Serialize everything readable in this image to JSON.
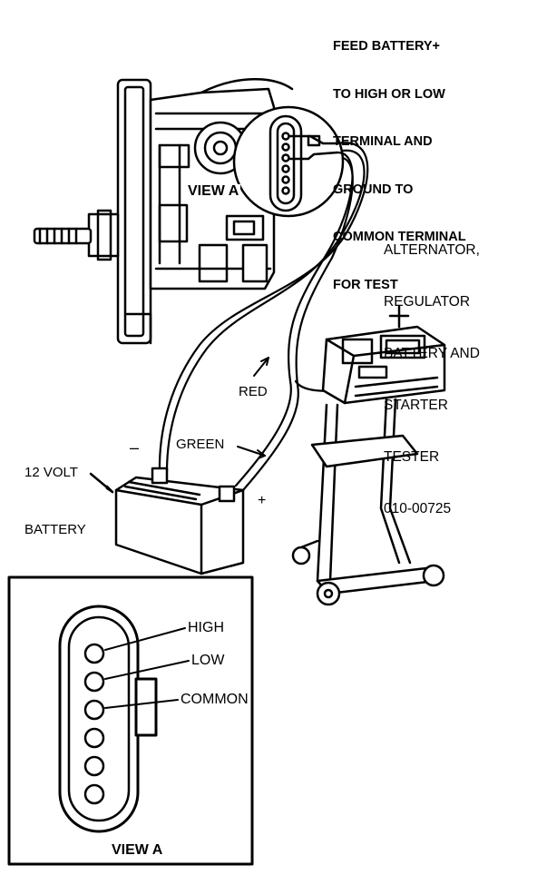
{
  "labels": {
    "feed_note_lines": [
      "FEED BATTERY+",
      "TO HIGH OR LOW",
      "TERMINAL AND",
      "GROUND TO",
      "COMMON TERMINAL",
      "FOR TEST"
    ],
    "tester_lines": [
      "ALTERNATOR,",
      "REGULATOR",
      "BATTERY AND",
      "STARTER",
      "TESTER",
      "010-00725"
    ],
    "view_a_top": "VIEW A",
    "red": "RED",
    "green": "GREEN",
    "battery_lines": [
      "12 VOLT",
      "BATTERY"
    ],
    "minus": "–",
    "plus": "+",
    "high": "HIGH",
    "low": "LOW",
    "common": "COMMON",
    "view_a_bottom": "VIEW A"
  },
  "connector_detail": {
    "terminal_count": 6,
    "labeled_terminals": [
      "HIGH",
      "LOW",
      "COMMON"
    ]
  },
  "colors": {
    "ink": "#000000",
    "paper": "#ffffff"
  }
}
